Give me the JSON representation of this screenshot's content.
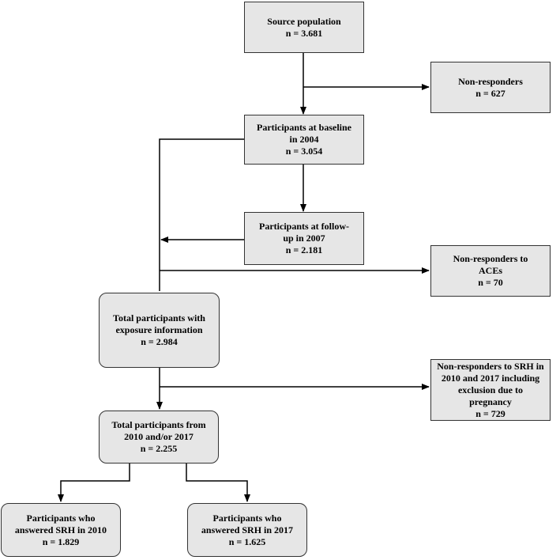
{
  "diagram": {
    "type": "flowchart",
    "colors": {
      "box_fill": "#e6e6e6",
      "box_border": "#333333",
      "arrow": "#000000"
    },
    "nodes": {
      "source": {
        "text": "Source population\nn = 3.681"
      },
      "nonresp": {
        "text": "Non-responders\nn = 627"
      },
      "baseline": {
        "text": "Participants at baseline\nin 2004\nn = 3.054"
      },
      "followup": {
        "text": "Participants at follow-\nup in 2007\nn = 2.181"
      },
      "nonresp_aces": {
        "text": "Non-responders to\nACEs\nn = 70"
      },
      "total_exposure": {
        "text": "Total participants with\nexposure information\nn = 2.984"
      },
      "nonresp_srh": {
        "text": "Non-responders to SRH in\n2010 and 2017 including\nexclusion due to\npregnancy\nn = 729"
      },
      "total_2010_2017": {
        "text": "Total participants from\n2010 and/or 2017\nn = 2.255"
      },
      "srh_2010": {
        "text": "Participants who\nanswered SRH in 2010\nn = 1.829"
      },
      "srh_2017": {
        "text": "Participants who\nanswered SRH in 2017\nn = 1.625"
      }
    }
  }
}
